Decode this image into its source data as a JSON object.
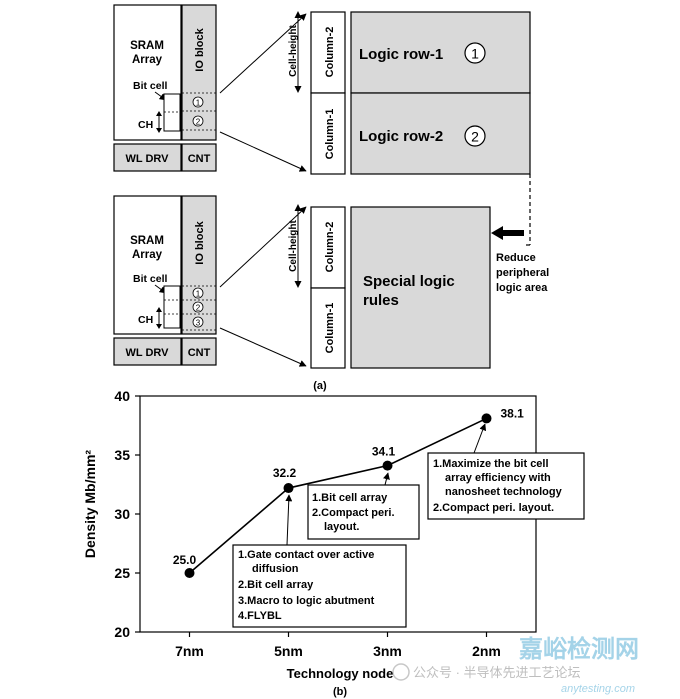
{
  "diagram_a": {
    "sram_label_line1": "SRAM",
    "sram_label_line2": "Array",
    "io_block": "IO block",
    "bit_cell": "Bit cell",
    "ch": "CH",
    "wl_drv": "WL DRV",
    "cnt": "CNT",
    "cell_height": "Cell-height",
    "column_2": "Column-2",
    "column_1": "Column-1",
    "marker_1": "1",
    "marker_2": "2",
    "marker_3": "3",
    "logic_row_1": "Logic row-1",
    "logic_row_2": "Logic row-2",
    "special_line1": "Special logic",
    "special_line2": "rules",
    "reduce_line1": "Reduce",
    "reduce_line2": "peripheral",
    "reduce_line3": "logic area",
    "caption": "(a)"
  },
  "chart_b": {
    "caption": "(b)",
    "annotation_5nm": [
      "1.Gate contact over active",
      "diffusion",
      "2.Bit cell array",
      "3.Macro to logic abutment",
      "4.FLYBL"
    ],
    "annotation_3nm": [
      "1.Bit cell array",
      "2.Compact peri.",
      "layout."
    ],
    "annotation_2nm": [
      "1.Maximize the bit cell",
      "array efficiency with",
      "nanosheet technology",
      "2.Compact peri. layout."
    ]
  },
  "chart_data": {
    "type": "line",
    "categories": [
      "7nm",
      "5nm",
      "3nm",
      "2nm"
    ],
    "series": [
      {
        "values": [
          25.0,
          32.2,
          34.1,
          38.1
        ]
      }
    ],
    "data_labels": [
      "25.0",
      "32.2",
      "34.1",
      "38.1"
    ],
    "y_ticks": [
      "20",
      "25",
      "30",
      "35",
      "40"
    ],
    "xlabel": "Technology node",
    "ylabel": "Density Mb/mm²",
    "ylim": [
      20,
      40
    ],
    "grid": false,
    "legend": "none"
  },
  "watermark": {
    "line1": "公众号 · 半导体先进工艺论坛",
    "line2": "嘉峪检测网",
    "line3": "anytesting.com"
  }
}
